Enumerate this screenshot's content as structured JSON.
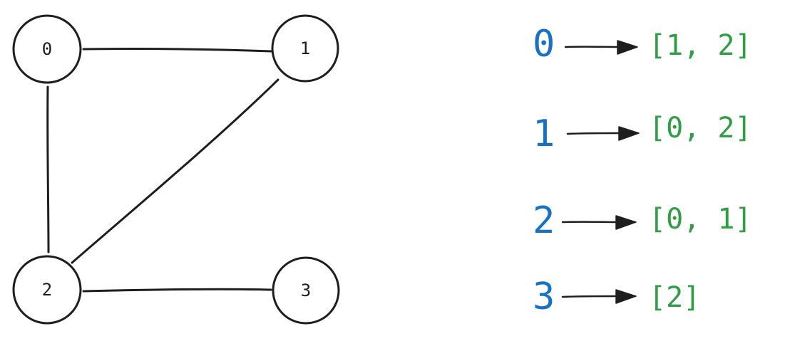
{
  "graph": {
    "nodes": [
      {
        "id": "0",
        "label": "0"
      },
      {
        "id": "1",
        "label": "1"
      },
      {
        "id": "2",
        "label": "2"
      },
      {
        "id": "3",
        "label": "3"
      }
    ],
    "edges": [
      {
        "from": "0",
        "to": "1"
      },
      {
        "from": "0",
        "to": "2"
      },
      {
        "from": "1",
        "to": "2"
      },
      {
        "from": "2",
        "to": "3"
      }
    ]
  },
  "adjacency": {
    "rows": [
      {
        "key": "0",
        "list": "[1, 2]"
      },
      {
        "key": "1",
        "list": "[0, 2]"
      },
      {
        "key": "2",
        "list": "[0, 1]"
      },
      {
        "key": "3",
        "list": "[2]"
      }
    ]
  },
  "colors": {
    "stroke": "#1e1e1e",
    "key": "#1971c2",
    "list": "#2f9e44"
  }
}
